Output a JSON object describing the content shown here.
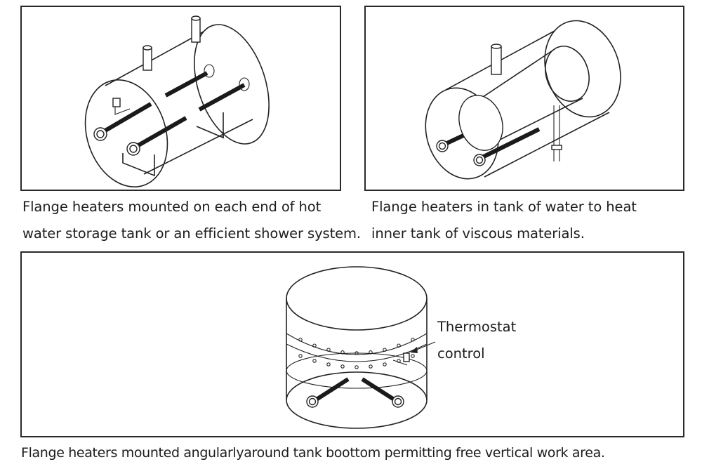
{
  "panels": [
    {
      "id": "horizontal-tank",
      "caption_lines": [
        "Flange heaters mounted on each end of hot",
        "water storage tank or an efficient shower system."
      ]
    },
    {
      "id": "jacketed-tank",
      "caption_lines": [
        "Flange heaters in tank of water to heat",
        "inner tank of viscous materials."
      ]
    },
    {
      "id": "vertical-tank",
      "caption_lines": [
        "Flange heaters mounted angularlyaround tank boottom permitting free vertical work area."
      ],
      "annotation_lines": [
        "Thermostat",
        "control"
      ]
    }
  ],
  "colors": {
    "line": "#222222",
    "background": "#ffffff",
    "text": "#1c1c1c"
  }
}
